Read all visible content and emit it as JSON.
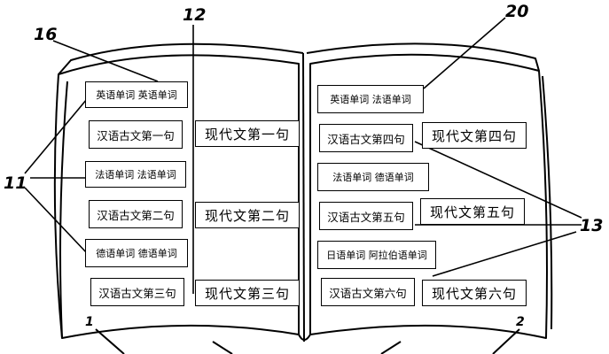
{
  "left_page": {
    "entries": [
      {
        "vocab": "英语单词 英语单词",
        "classical": "汉语古文第一句",
        "modern": "现代文第一句"
      },
      {
        "vocab": "法语单词 法语单词",
        "classical": "汉语古文第二句",
        "modern": "现代文第二句"
      },
      {
        "vocab": "德语单词 德语单词",
        "classical": "汉语古文第三句",
        "modern": "现代文第三句"
      }
    ]
  },
  "right_page": {
    "entries": [
      {
        "vocab": "英语单词 法语单词",
        "classical": "汉语古文第四句",
        "modern": "现代文第四句"
      },
      {
        "vocab": "法语单词 德语单词",
        "classical": "汉语古文第五句",
        "modern": "现代文第五句"
      },
      {
        "vocab": "日语单词 阿拉伯语单词",
        "classical": "汉语古文第六句",
        "modern": "现代文第六句"
      }
    ]
  },
  "labels": {
    "ref_16": "16",
    "ref_12": "12",
    "ref_20": "20",
    "ref_11": "11",
    "ref_13": "13",
    "ref_1": "1",
    "ref_2": "2"
  }
}
